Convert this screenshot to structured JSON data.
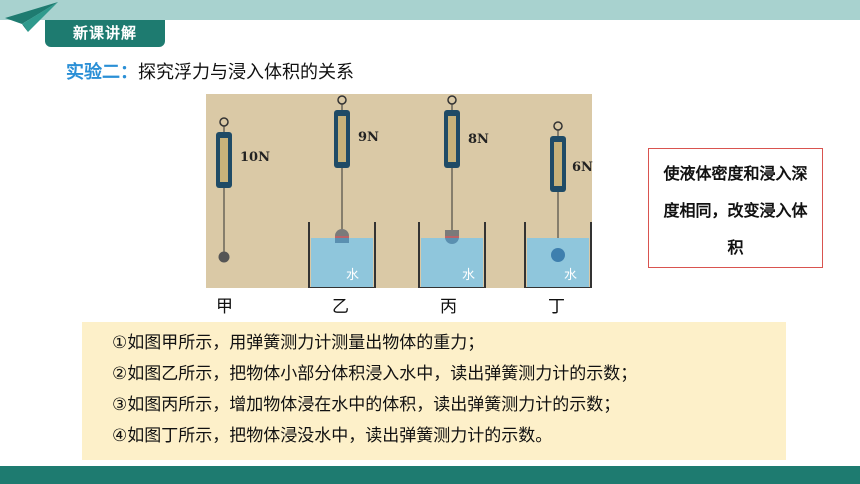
{
  "header": {
    "section_tag": "新课讲解"
  },
  "experiment": {
    "label": "实验二：",
    "title": "探究浮力与浸入体积的关系"
  },
  "figure": {
    "readings": [
      "10N",
      "9N",
      "8N",
      "6N"
    ],
    "captions": [
      "甲",
      "乙",
      "丙",
      "丁"
    ],
    "water_label": "水",
    "colors": {
      "background": "#dac9a6",
      "water": "#8fc6dc",
      "scale_body": "#1f4b66"
    }
  },
  "note": {
    "text": "使液体密度和浸入深度相同，改变浸入体积"
  },
  "steps": [
    "①如图甲所示，用弹簧测力计测量出物体的重力；",
    "②如图乙所示，把物体小部分体积浸入水中，读出弹簧测力计的示数；",
    "③如图丙所示，增加物体浸在水中的体积，读出弹簧测力计的示数；",
    "④如图丁所示，把物体浸没水中，读出弹簧测力计的示数。"
  ]
}
